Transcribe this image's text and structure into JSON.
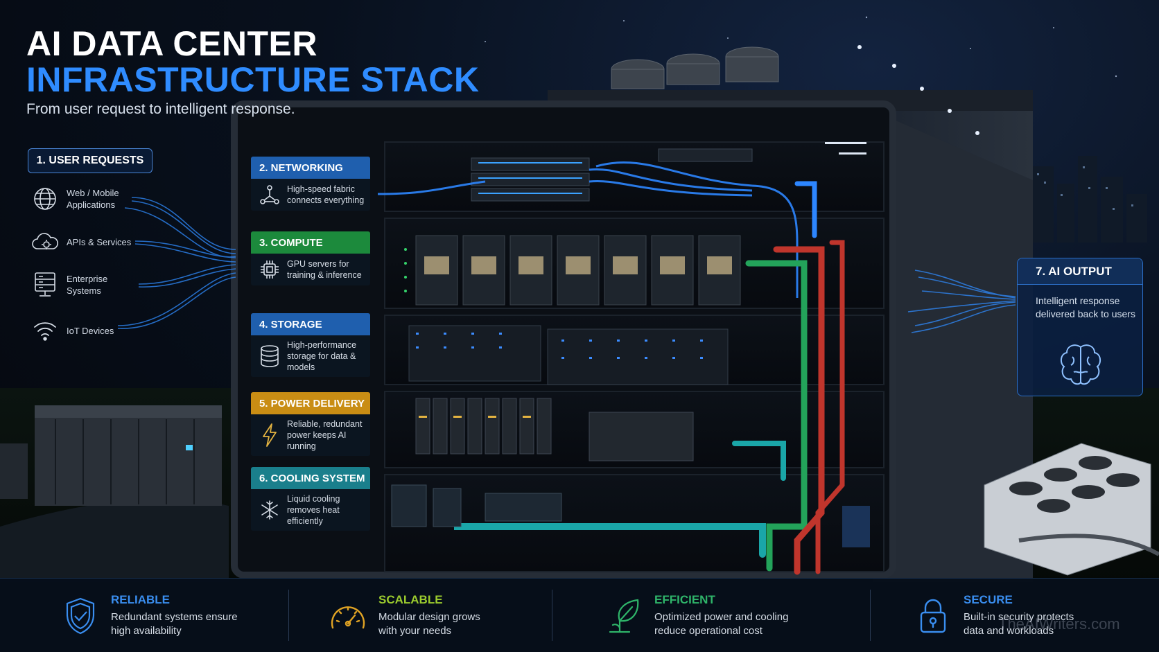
{
  "title": {
    "line1": "AI DATA CENTER",
    "line2": "INFRASTRUCTURE STACK",
    "subtitle": "From user request to intelligent response."
  },
  "user_requests": {
    "label": "1. USER REQUESTS",
    "items": [
      {
        "label": "Web / Mobile Applications",
        "icon": "globe-icon"
      },
      {
        "label": "APIs & Services",
        "icon": "cloud-gear-icon"
      },
      {
        "label": "Enterprise Systems",
        "icon": "server-terminal-icon"
      },
      {
        "label": "IoT Devices",
        "icon": "wifi-icon"
      }
    ]
  },
  "layers": [
    {
      "title": "2. NETWORKING",
      "desc": "High-speed fabric connects everything",
      "color": "#1f5fae",
      "icon": "network-nodes-icon"
    },
    {
      "title": "3. COMPUTE",
      "desc": "GPU servers for training & inference",
      "color": "#1c8a3c",
      "icon": "chip-icon"
    },
    {
      "title": "4. STORAGE",
      "desc": "High-performance storage for data & models",
      "color": "#1f5fae",
      "icon": "database-icon"
    },
    {
      "title": "5. POWER DELIVERY",
      "desc": "Reliable, redundant power keeps AI running",
      "color": "#c98d14",
      "icon": "lightning-icon"
    },
    {
      "title": "6. COOLING SYSTEM",
      "desc": "Liquid cooling removes heat efficiently",
      "color": "#1a7f8c",
      "icon": "snowflake-icon"
    }
  ],
  "ai_output": {
    "title": "7. AI OUTPUT",
    "desc": "Intelligent response delivered back to users",
    "icon": "brain-icon"
  },
  "features": [
    {
      "title": "RELIABLE",
      "desc_line1": "Redundant systems ensure",
      "desc_line2": "high availability",
      "color": "#3a8ef0",
      "icon": "shield-check-icon"
    },
    {
      "title": "SCALABLE",
      "desc_line1": "Modular design grows",
      "desc_line2": "with your needs",
      "color": "#9ccc2e",
      "icon": "gauge-icon"
    },
    {
      "title": "EFFICIENT",
      "desc_line1": "Optimized power and cooling",
      "desc_line2": "reduce operational cost",
      "color": "#2fb56a",
      "icon": "leaf-icon"
    },
    {
      "title": "SECURE",
      "desc_line1": "Built-in security protects",
      "desc_line2": "data and workloads",
      "color": "#3a8ef0",
      "icon": "padlock-icon"
    }
  ],
  "watermark": "TheAIWriters.com"
}
